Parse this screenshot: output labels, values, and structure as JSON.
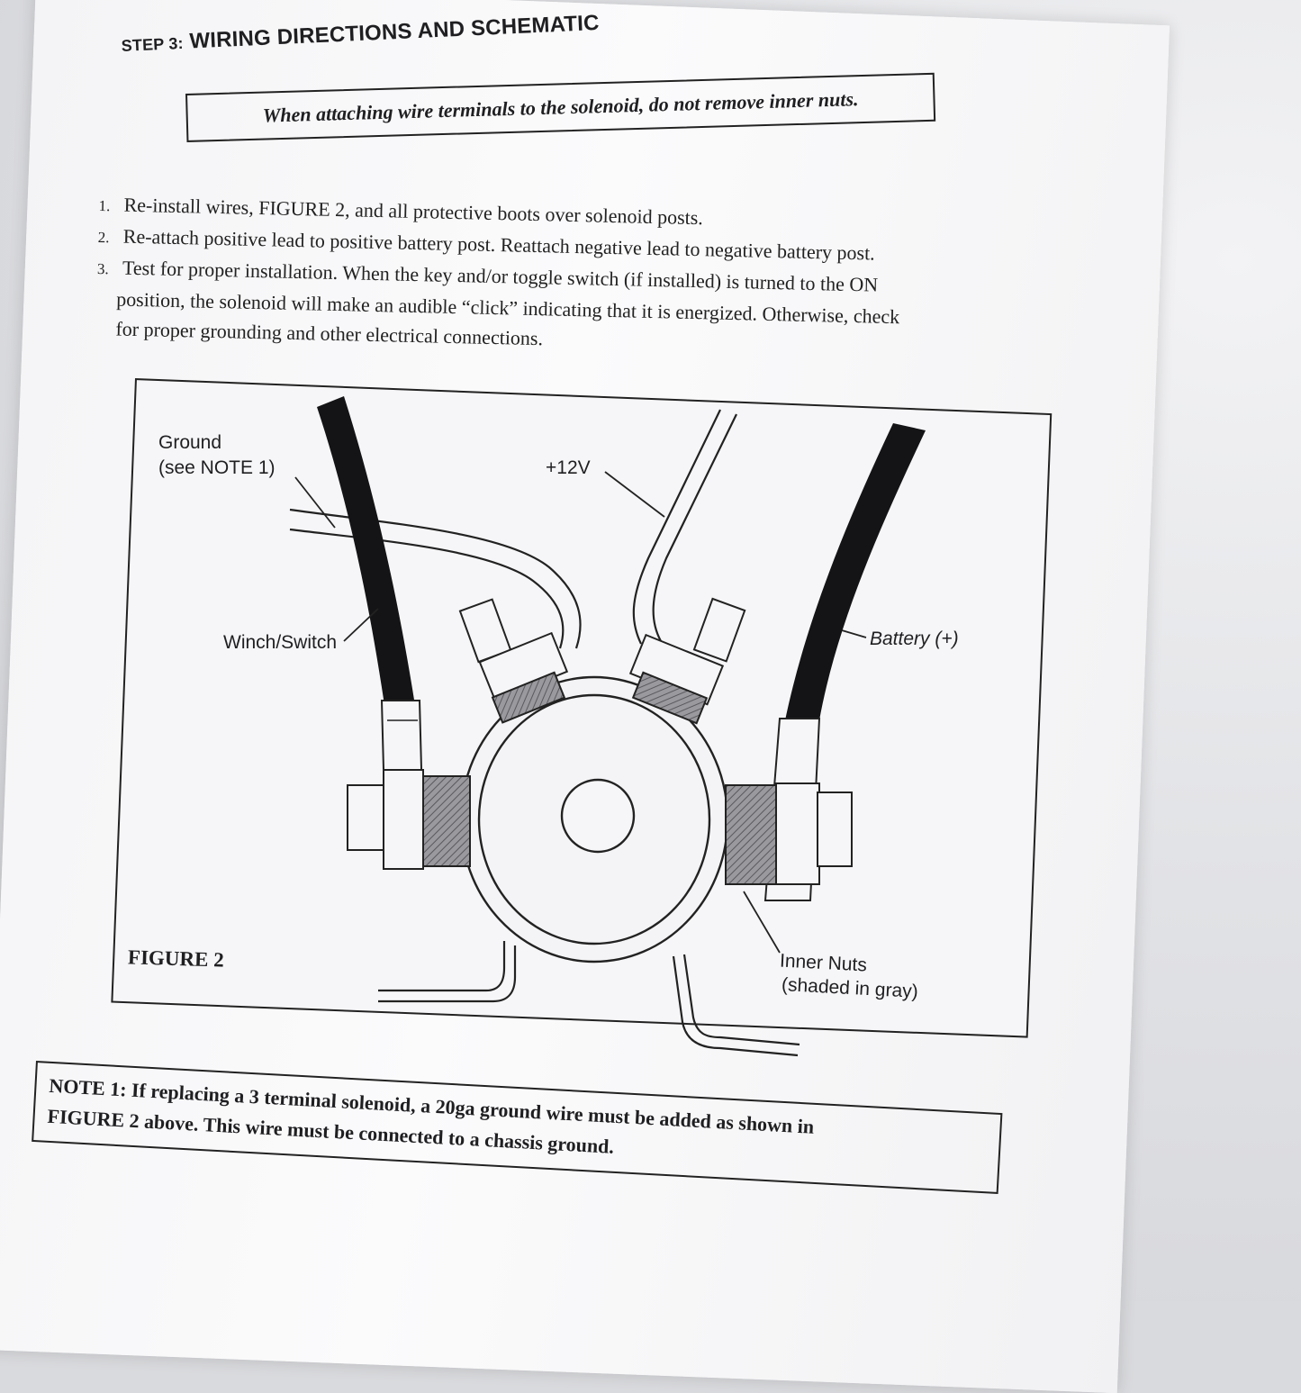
{
  "heading": {
    "step": "STEP 3:",
    "title": "WIRING DIRECTIONS AND SCHEMATIC"
  },
  "warning": "When attaching wire terminals to the solenoid, do not remove inner nuts.",
  "instructions": [
    {
      "num": "1.",
      "lines": [
        "Re-install wires, FIGURE 2, and all protective boots over solenoid posts."
      ]
    },
    {
      "num": "2.",
      "lines": [
        "Re-attach positive lead to positive battery post.  Reattach negative lead to negative battery post."
      ]
    },
    {
      "num": "3.",
      "lines": [
        "Test for proper installation.  When the key and/or toggle switch (if installed) is turned to the ON",
        "position, the solenoid will make an audible “click” indicating that it is energized.  Otherwise, check",
        "for proper grounding and other electrical connections."
      ]
    }
  ],
  "figure": {
    "title": "FIGURE 2",
    "labels": {
      "ground_1": "Ground",
      "ground_2": "(see NOTE 1)",
      "plus12v": "+12V",
      "winch": "Winch/Switch",
      "battery": "Battery (+)",
      "inner_1": "Inner Nuts",
      "inner_2": "(shaded in gray)"
    }
  },
  "note": {
    "line1": "NOTE 1:  If replacing a 3 terminal solenoid, a 20ga ground wire must be added as shown in",
    "line2": "FIGURE 2 above.  This wire must be connected to a chassis ground."
  },
  "colors": {
    "ink": "#1f1f22",
    "paper": "#f6f6f8",
    "cable": "#141416",
    "nut_shade": "#8c8c90"
  }
}
